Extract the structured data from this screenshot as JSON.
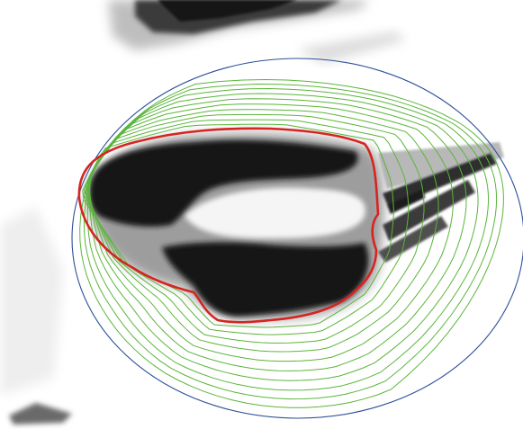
{
  "figure": {
    "description_visible_text": "",
    "colors": {
      "background": "#ffffff",
      "image_dark": "#141414",
      "image_mid": "#5a5a5a",
      "image_light": "#b8b8b8",
      "initial_ellipse": "#2d4f9a",
      "evolving_contours": "#5ab53a",
      "final_contour": "#d62420"
    },
    "layers": [
      {
        "name": "grayscale-image",
        "kind": "raster-like blurred image"
      },
      {
        "name": "initial-contour",
        "kind": "ellipse"
      },
      {
        "name": "intermediate-contours",
        "kind": "curves",
        "count": 10
      },
      {
        "name": "final-contour",
        "kind": "closed curve"
      }
    ]
  }
}
